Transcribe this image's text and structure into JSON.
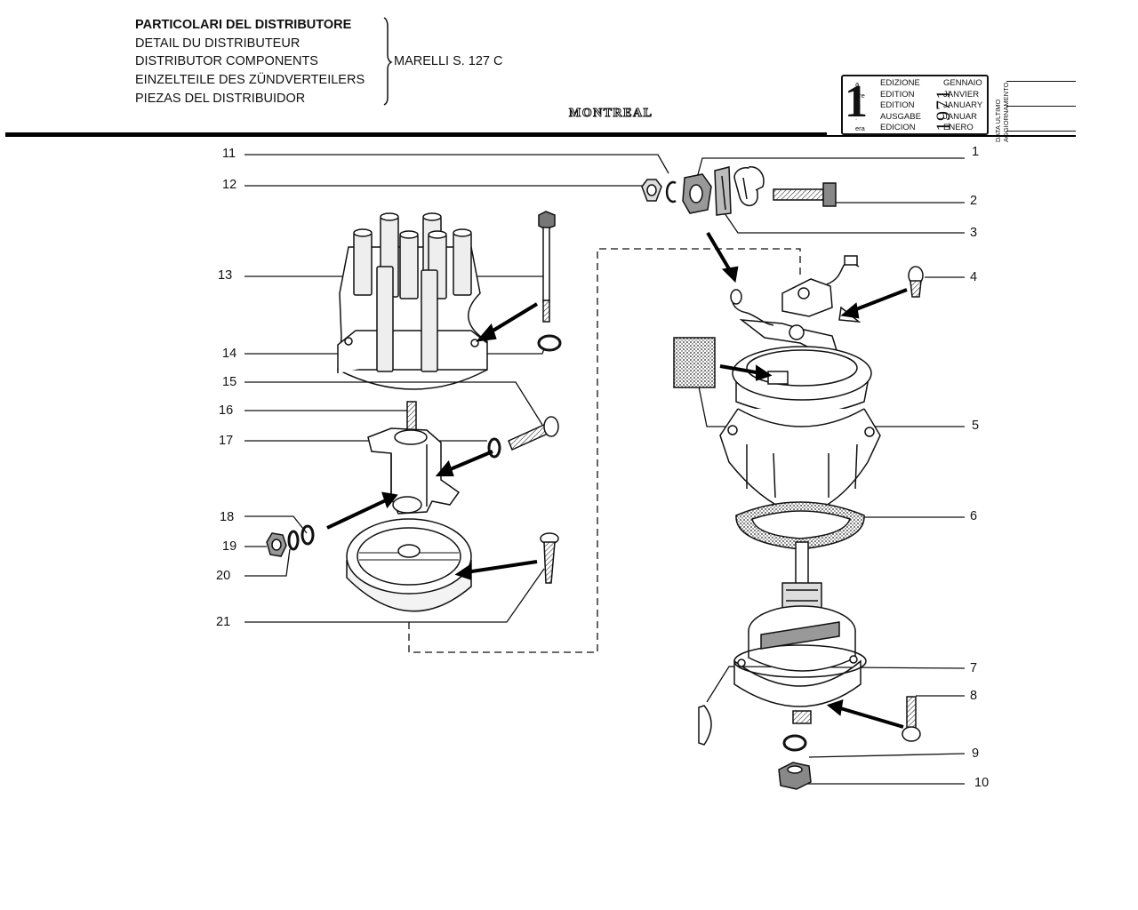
{
  "header": {
    "titles": [
      "PARTICOLARI DEL DISTRIBUTORE",
      "DETAIL DU DISTRIBUTEUR",
      "DISTRIBUTOR COMPONENTS",
      "EINZELTEILE DES ZÜNDVERTEILERS",
      "PIEZAS DEL DISTRIBUIDOR"
    ],
    "model": "MARELLI S. 127 C",
    "brand": "MONTREAL"
  },
  "edition_box": {
    "number": "1",
    "ordinals": [
      "a",
      "ère",
      "st",
      ".",
      "era"
    ],
    "editions": [
      "EDIZIONE",
      "EDITION",
      "EDITION",
      "AUSGABE",
      "EDICION"
    ],
    "year": "1971",
    "months": [
      "GENNAIO",
      "JANVIER",
      "JANUARY",
      "JANUAR",
      "ENERO"
    ],
    "update_label": [
      "DATA ULTIMO",
      "AGGIORNAMENTO"
    ]
  },
  "callouts": {
    "left": [
      "11",
      "12",
      "13",
      "14",
      "15",
      "16",
      "17",
      "18",
      "19",
      "20",
      "21"
    ],
    "right": [
      "1",
      "2",
      "3",
      "4",
      "5",
      "6",
      "7",
      "8",
      "9",
      "10"
    ]
  }
}
